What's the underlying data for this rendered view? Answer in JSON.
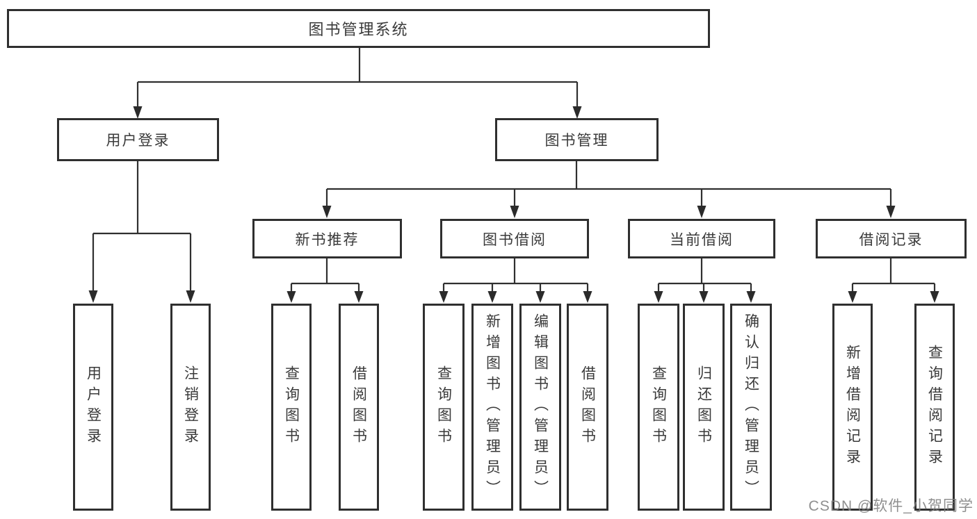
{
  "tree": {
    "root": {
      "label": "图书管理系统"
    },
    "branches": [
      {
        "label": "用户登录",
        "leaves": [
          "用户登录",
          "注销登录"
        ]
      },
      {
        "label": "图书管理",
        "groups": [
          {
            "label": "新书推荐",
            "leaves": [
              "查询图书",
              "借阅图书"
            ]
          },
          {
            "label": "图书借阅",
            "leaves": [
              "查询图书",
              "新增图书（管理员）",
              "编辑图书（管理员）",
              "借阅图书"
            ]
          },
          {
            "label": "当前借阅",
            "leaves": [
              "查询图书",
              "归还图书",
              "确认归还（管理员）"
            ]
          },
          {
            "label": "借阅记录",
            "leaves": [
              "新增借阅记录",
              "查询借阅记录"
            ]
          }
        ]
      }
    ]
  },
  "watermark": "CSDN @软件_小贺同学",
  "colors": {
    "line": "#2f2f2f",
    "text": "#3a3a3a",
    "background": "#ffffff",
    "watermark": "#808080"
  }
}
